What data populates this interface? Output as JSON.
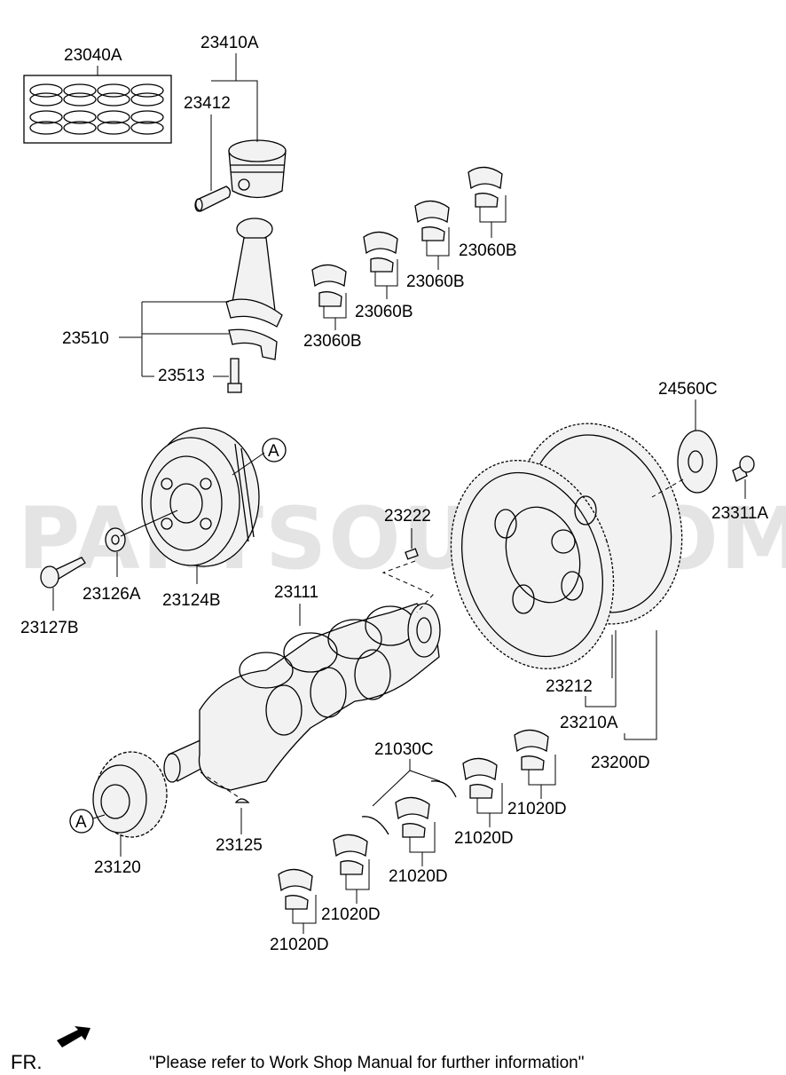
{
  "labels": {
    "piston_rings": "23040A",
    "piston_assy": "23410A",
    "piston_pin": "23412",
    "conrod_assy": "23510",
    "conrod_bolt": "23513",
    "conrod_bearing_1": "23060B",
    "conrod_bearing_2": "23060B",
    "conrod_bearing_3": "23060B",
    "conrod_bearing_4": "23060B",
    "pulley_bolt": "23127B",
    "pulley_washer": "23126A",
    "damper_pulley": "23124B",
    "crankshaft": "23111",
    "pin": "23222",
    "flywheel_plate": "24560C",
    "flywheel_bolt": "23311A",
    "ring_gear": "23212",
    "flywheel_sub": "23210A",
    "flywheel_assy": "23200D",
    "thrust_bearing": "21030C",
    "main_bearing_1": "21020D",
    "main_bearing_2": "21020D",
    "main_bearing_3": "21020D",
    "main_bearing_4": "21020D",
    "main_bearing_5": "21020D",
    "sprocket": "23120",
    "woodruff_key": "23125",
    "ref_a_top": "A",
    "ref_a_bottom": "A"
  },
  "watermark": "PARTSOUQ.COM",
  "footer": {
    "direction": "FR.",
    "note": "\"Please refer to Work Shop Manual for further information\""
  }
}
